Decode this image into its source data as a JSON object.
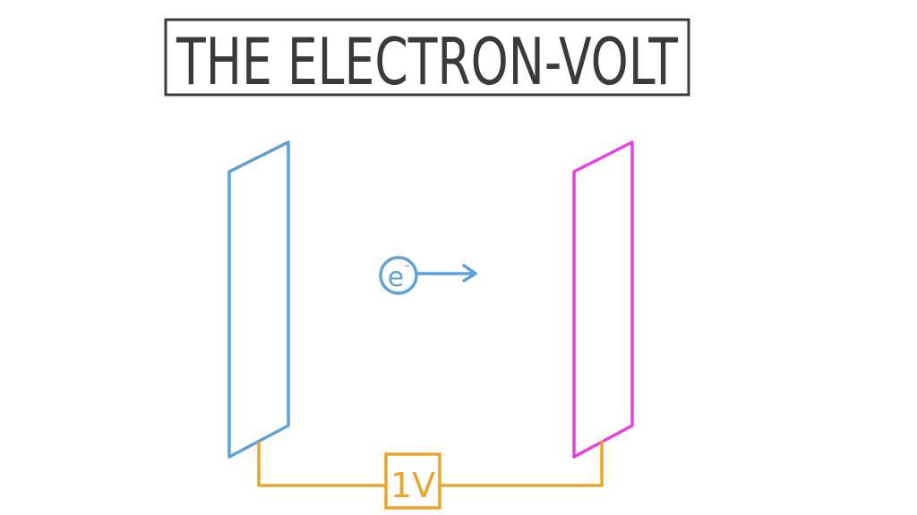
{
  "title": {
    "text": "THE ELECTRON-VOLT",
    "color": "#3a3a3a"
  },
  "plates": {
    "left": {
      "color": "#5fa3d6"
    },
    "right": {
      "color": "#e840e0"
    }
  },
  "electron": {
    "symbol": "e",
    "charge": "-",
    "color": "#5fa3d6"
  },
  "circuit": {
    "color": "#eaa52c",
    "voltage_label": "1V"
  },
  "colors": {
    "background": "#ffffff"
  }
}
